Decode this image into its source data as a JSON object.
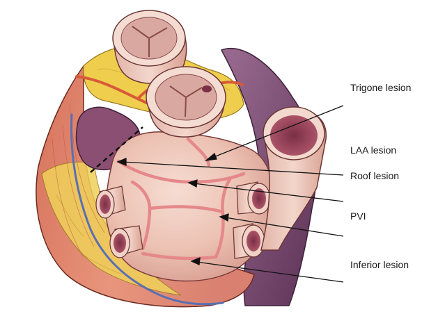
{
  "figure": {
    "labels": {
      "trigone": "Trigone lesion",
      "laa": "LAA lesion",
      "roof": "Roof lesion",
      "pvi": "PVI",
      "inferior": "Inferior lesion"
    },
    "colors": {
      "atrium": "#ecc4b6",
      "lesion": "#e5888a",
      "fat": "#efce4e",
      "vessel_purple": "#7b4a72",
      "coronary_artery": "#d85a38",
      "coronary_vein": "#5b6fb0"
    }
  }
}
